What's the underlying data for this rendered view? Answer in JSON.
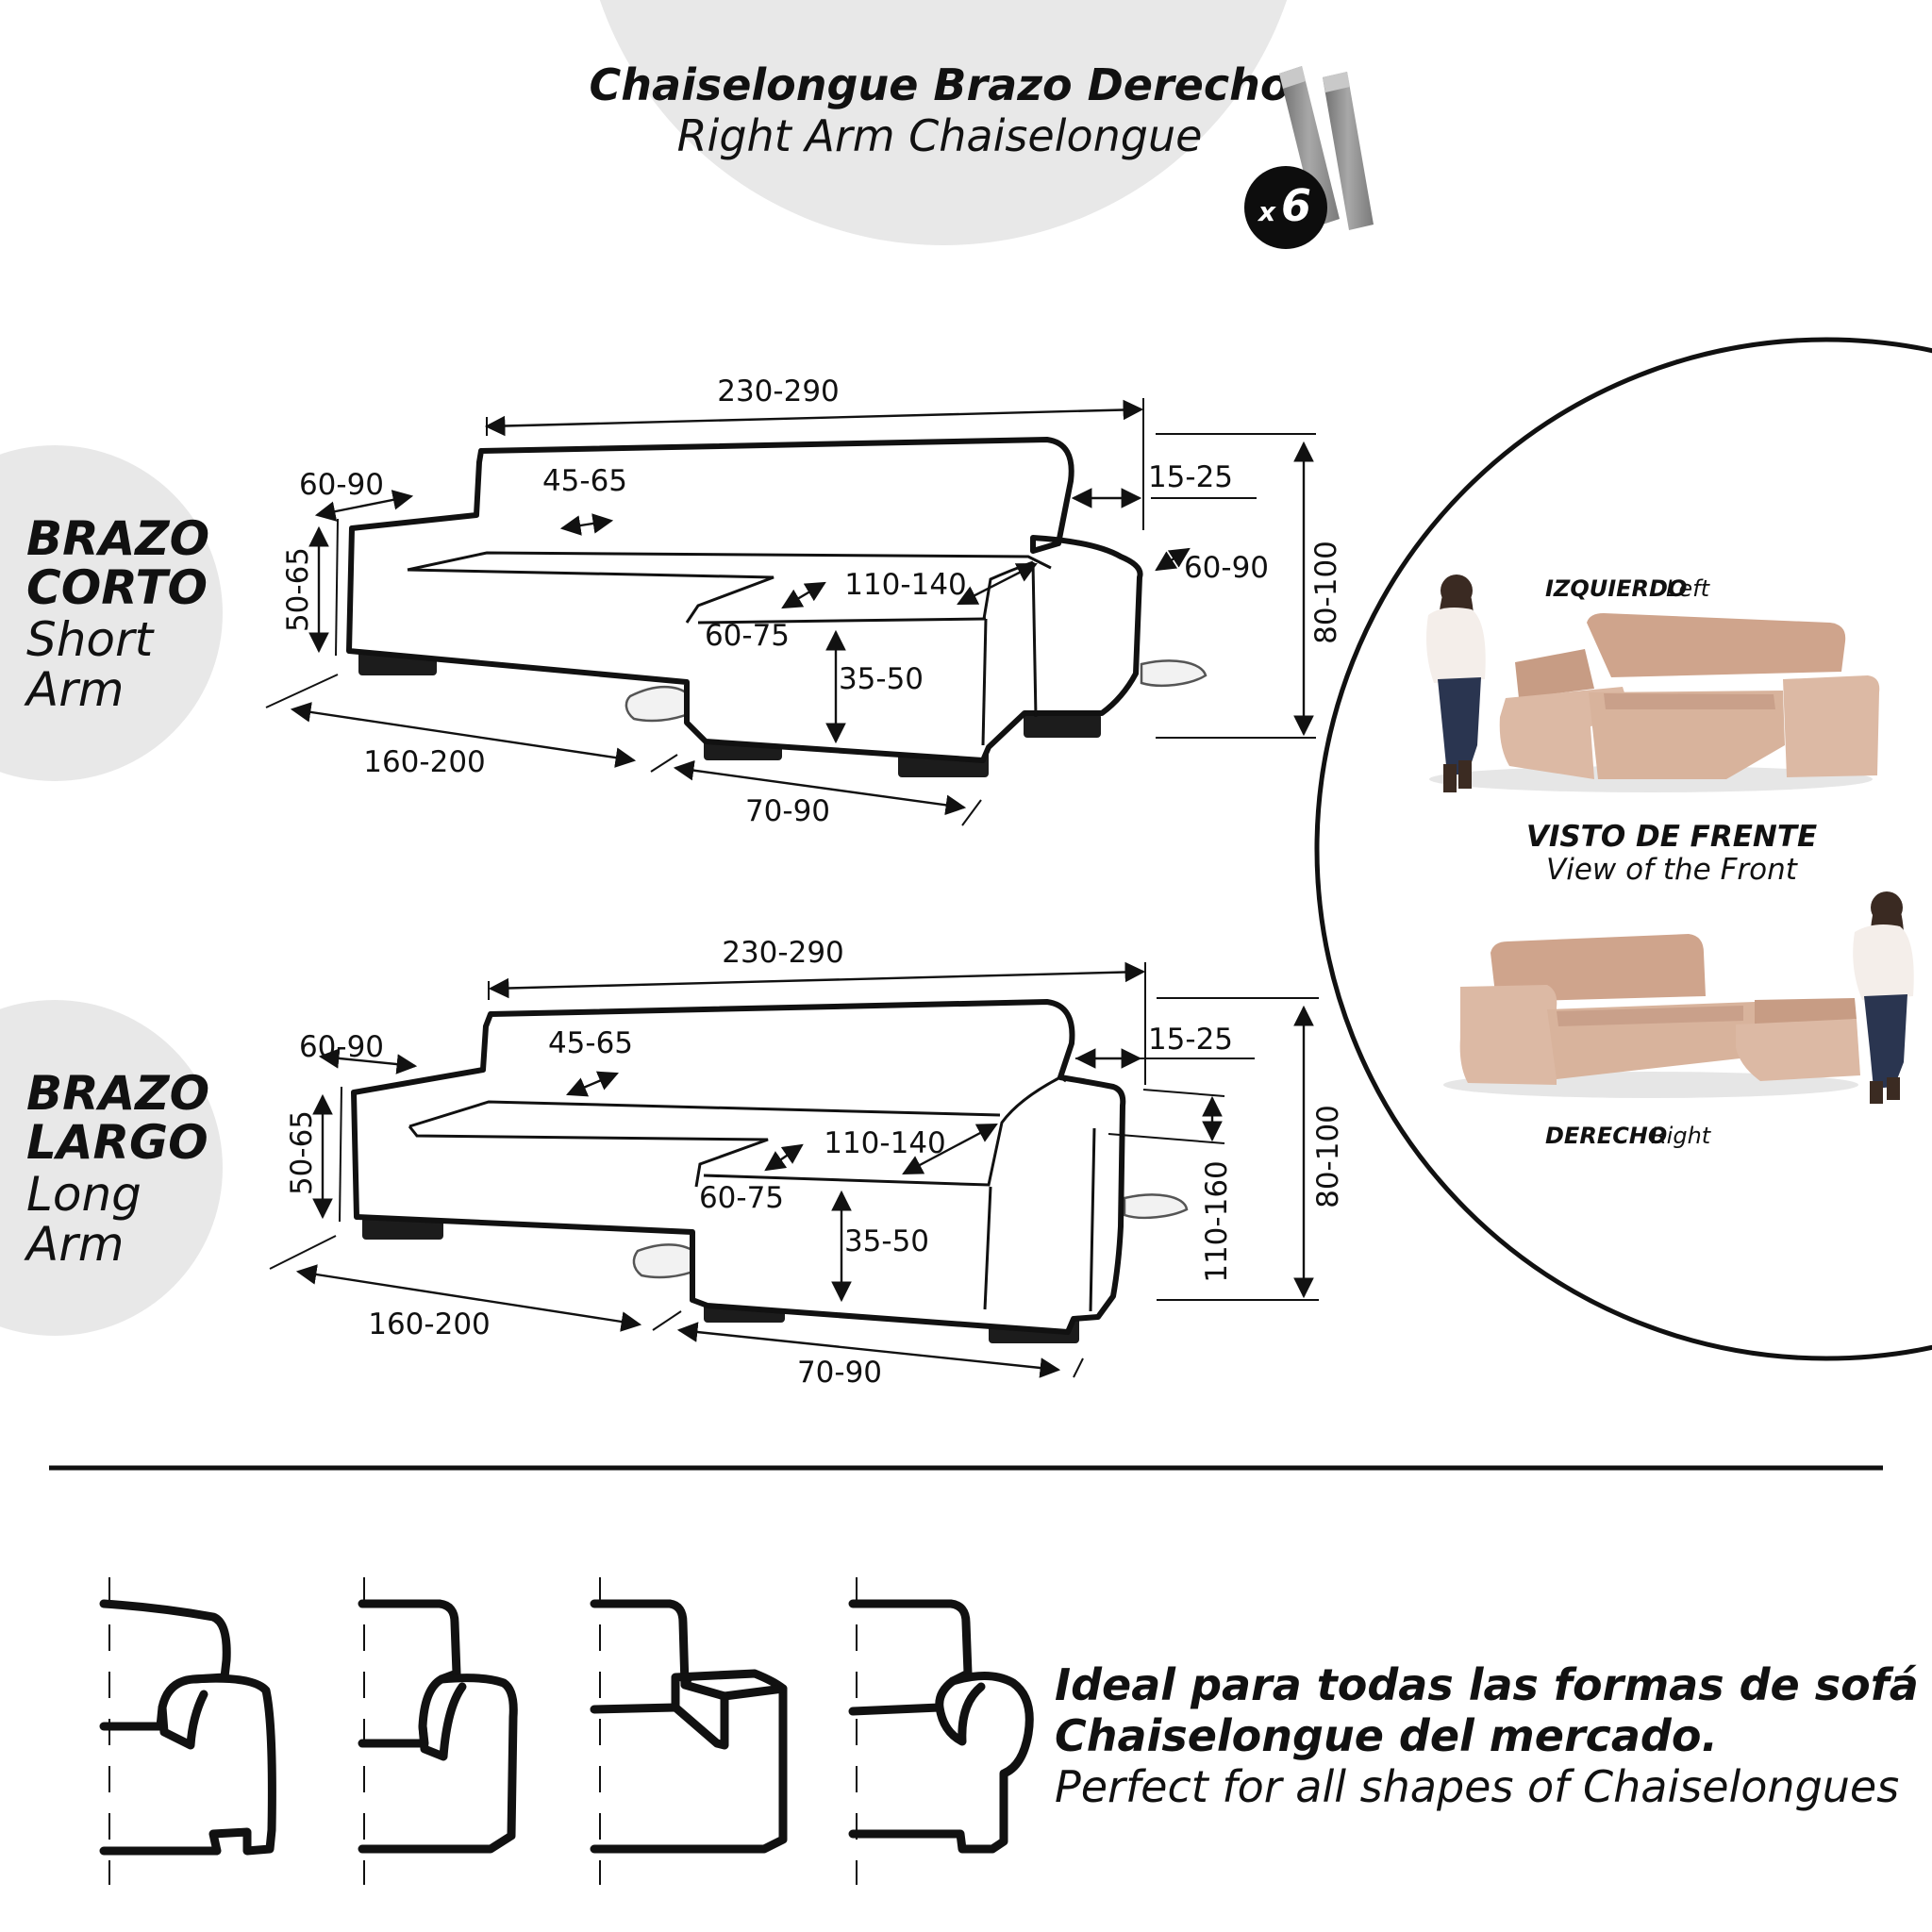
{
  "header": {
    "title_es": "Chaiselongue Brazo Derecho",
    "title_en": "Right Arm Chaiselongue",
    "badge_prefix": "x",
    "badge_count": "6"
  },
  "short_arm": {
    "label_es_line1": "BRAZO",
    "label_es_line2": "CORTO",
    "label_en_line1": "Short",
    "label_en_line2": "Arm",
    "dims": {
      "total_width": "230-290",
      "back_depth": "15-25",
      "arm_width_left": "60-90",
      "seat_depth": "45-65",
      "arm_height": "50-65",
      "chaise_length": "110-140",
      "arm_width_right": "60-90",
      "total_height": "80-100",
      "chaise_seat": "60-75",
      "seat_height": "35-50",
      "sofa_length": "160-200",
      "chaise_width": "70-90"
    }
  },
  "long_arm": {
    "label_es_line1": "BRAZO",
    "label_es_line2": "LARGO",
    "label_en_line1": "Long",
    "label_en_line2": "Arm",
    "dims": {
      "total_width": "230-290",
      "back_depth": "15-25",
      "arm_width_left": "60-90",
      "seat_depth": "45-65",
      "arm_height": "50-65",
      "chaise_length": "110-140",
      "chaise_total": "110-160",
      "total_height": "80-100",
      "chaise_seat": "60-75",
      "seat_height": "35-50",
      "sofa_length": "160-200",
      "chaise_width": "70-90"
    }
  },
  "orientation": {
    "left_es": "IZQUIERDO",
    "left_en": "Left",
    "front_es": "VISTO DE FRENTE",
    "front_en": "View of the Front",
    "right_es": "DERECHO",
    "right_en": "Right",
    "sofa_color": "#dcb9a4"
  },
  "footer": {
    "line1": "Ideal para todas las formas de sofá",
    "line2": "Chaiselongue del mercado.",
    "line3": "Perfect for all shapes of Chaiselongues"
  },
  "colors": {
    "circle_bg": "#e8e8e8",
    "line": "#111111"
  }
}
